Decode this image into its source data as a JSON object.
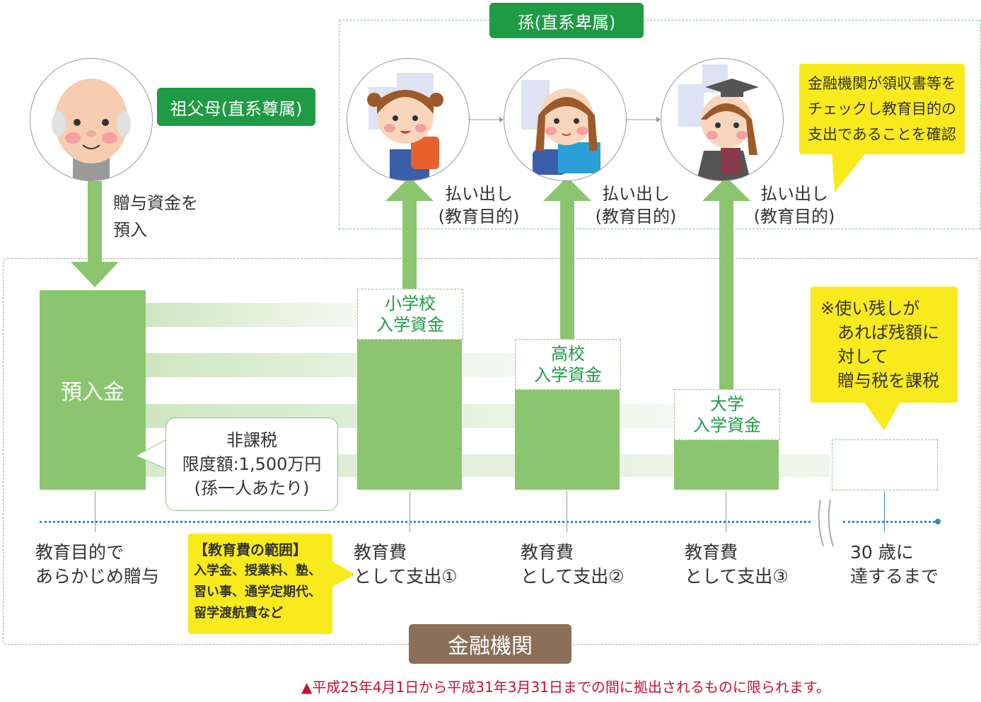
{
  "grandparent": {
    "label": "祖父母(直系尊属)"
  },
  "grandchild": {
    "label": "孫(直系卑属)"
  },
  "deposit_note": "贈与資金を\n預入",
  "deposit_box": "預入金",
  "tax_bubble": "非課税\n限度額:1,500万円\n(孫一人あたり)",
  "funds": [
    {
      "label": "小学校\n入学資金"
    },
    {
      "label": "高校\n入学資金"
    },
    {
      "label": "大学\n入学資金"
    }
  ],
  "payouts": [
    {
      "label": "払い出し\n(教育目的)"
    },
    {
      "label": "払い出し\n(教育目的)"
    },
    {
      "label": "払い出し\n(教育目的)"
    }
  ],
  "bank_note": "金融機関が領収書等を\nチェックし教育目的の\n支出であることを確認",
  "leftover_note": "※使い残しが\n　あれば残額に\n　対して\n　贈与税を課税",
  "timeline": [
    "教育目的で\nあらかじめ贈与",
    "教育費\nとして支出①",
    "教育費\nとして支出②",
    "教育費\nとして支出③",
    "30 歳に\n達するまで"
  ],
  "scope": {
    "title": "【教育費の範囲】",
    "body": "入学金、授業料、塾、\n習い事、通学定期代、\n留学渡航費など"
  },
  "institution": "金融機関",
  "footnote": "▲平成25年4月1日から平成31年3月31日までの間に拠出されるものに限られます。",
  "colors": {
    "green": "#1f9a45",
    "bar": "#8cc570",
    "yellow": "#f8ea1d",
    "brown": "#8b6f58",
    "footnote": "#c8102e"
  }
}
